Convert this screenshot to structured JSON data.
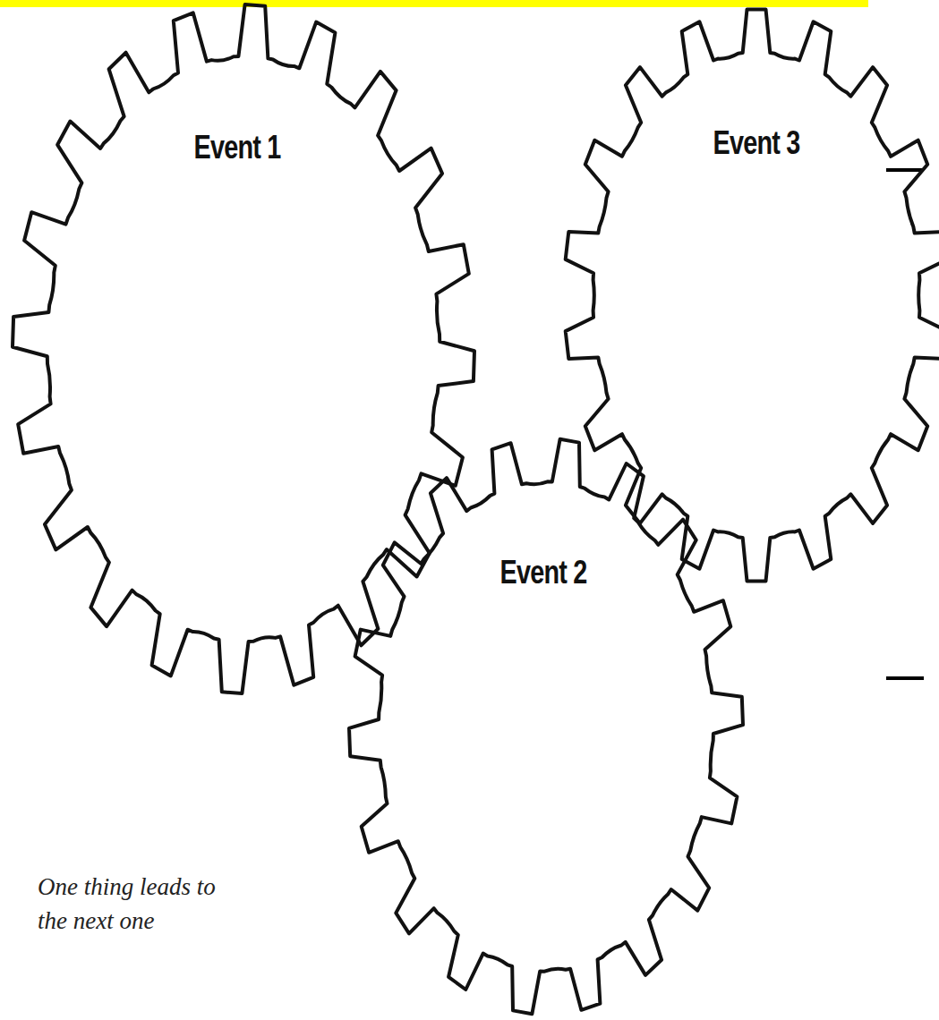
{
  "diagram": {
    "nodes": [
      {
        "text": [
          "Event 1"
        ]
      },
      {
        "text": [
          "Event 2"
        ]
      },
      {
        "text": [
          "Event 3"
        ]
      }
    ],
    "labels": [
      "One thing leads to the next one"
    ]
  }
}
